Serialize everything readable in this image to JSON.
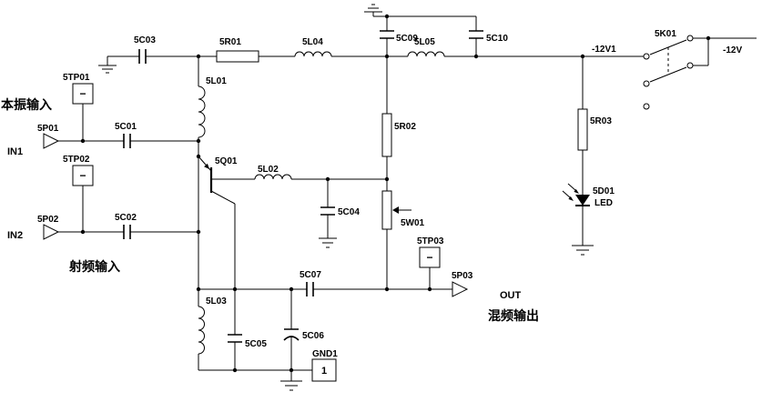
{
  "schematic": {
    "components": {
      "c01": "5C01",
      "c02": "5C02",
      "c03": "5C03",
      "c04": "5C04",
      "c05": "5C05",
      "c06": "5C06",
      "c07": "5C07",
      "c09": "5C09",
      "c10": "5C10",
      "r01": "5R01",
      "r02": "5R02",
      "r03": "5R03",
      "l01": "5L01",
      "l02": "5L02",
      "l03": "5L03",
      "l04": "5L04",
      "l05": "5L05",
      "q01": "5Q01",
      "w01": "5W01",
      "d01": "5D01",
      "d01_type": "LED",
      "k01": "5K01",
      "tp01": "5TP01",
      "tp02": "5TP02",
      "tp03": "5TP03",
      "p01": "5P01",
      "p02": "5P02",
      "p03": "5P03",
      "gnd1": "GND1",
      "gnd1_pin": "1",
      "tp_symbol": "−"
    },
    "ports": {
      "in1": "IN1",
      "in2": "IN2",
      "out": "OUT"
    },
    "power": {
      "v12_1": "-12V1",
      "v12": "-12V"
    },
    "annotations": {
      "lo_input": "本振输入",
      "rf_input": "射频输入",
      "if_output": "混频输出"
    },
    "colors": {
      "wire": "#000000",
      "background": "#ffffff"
    }
  }
}
